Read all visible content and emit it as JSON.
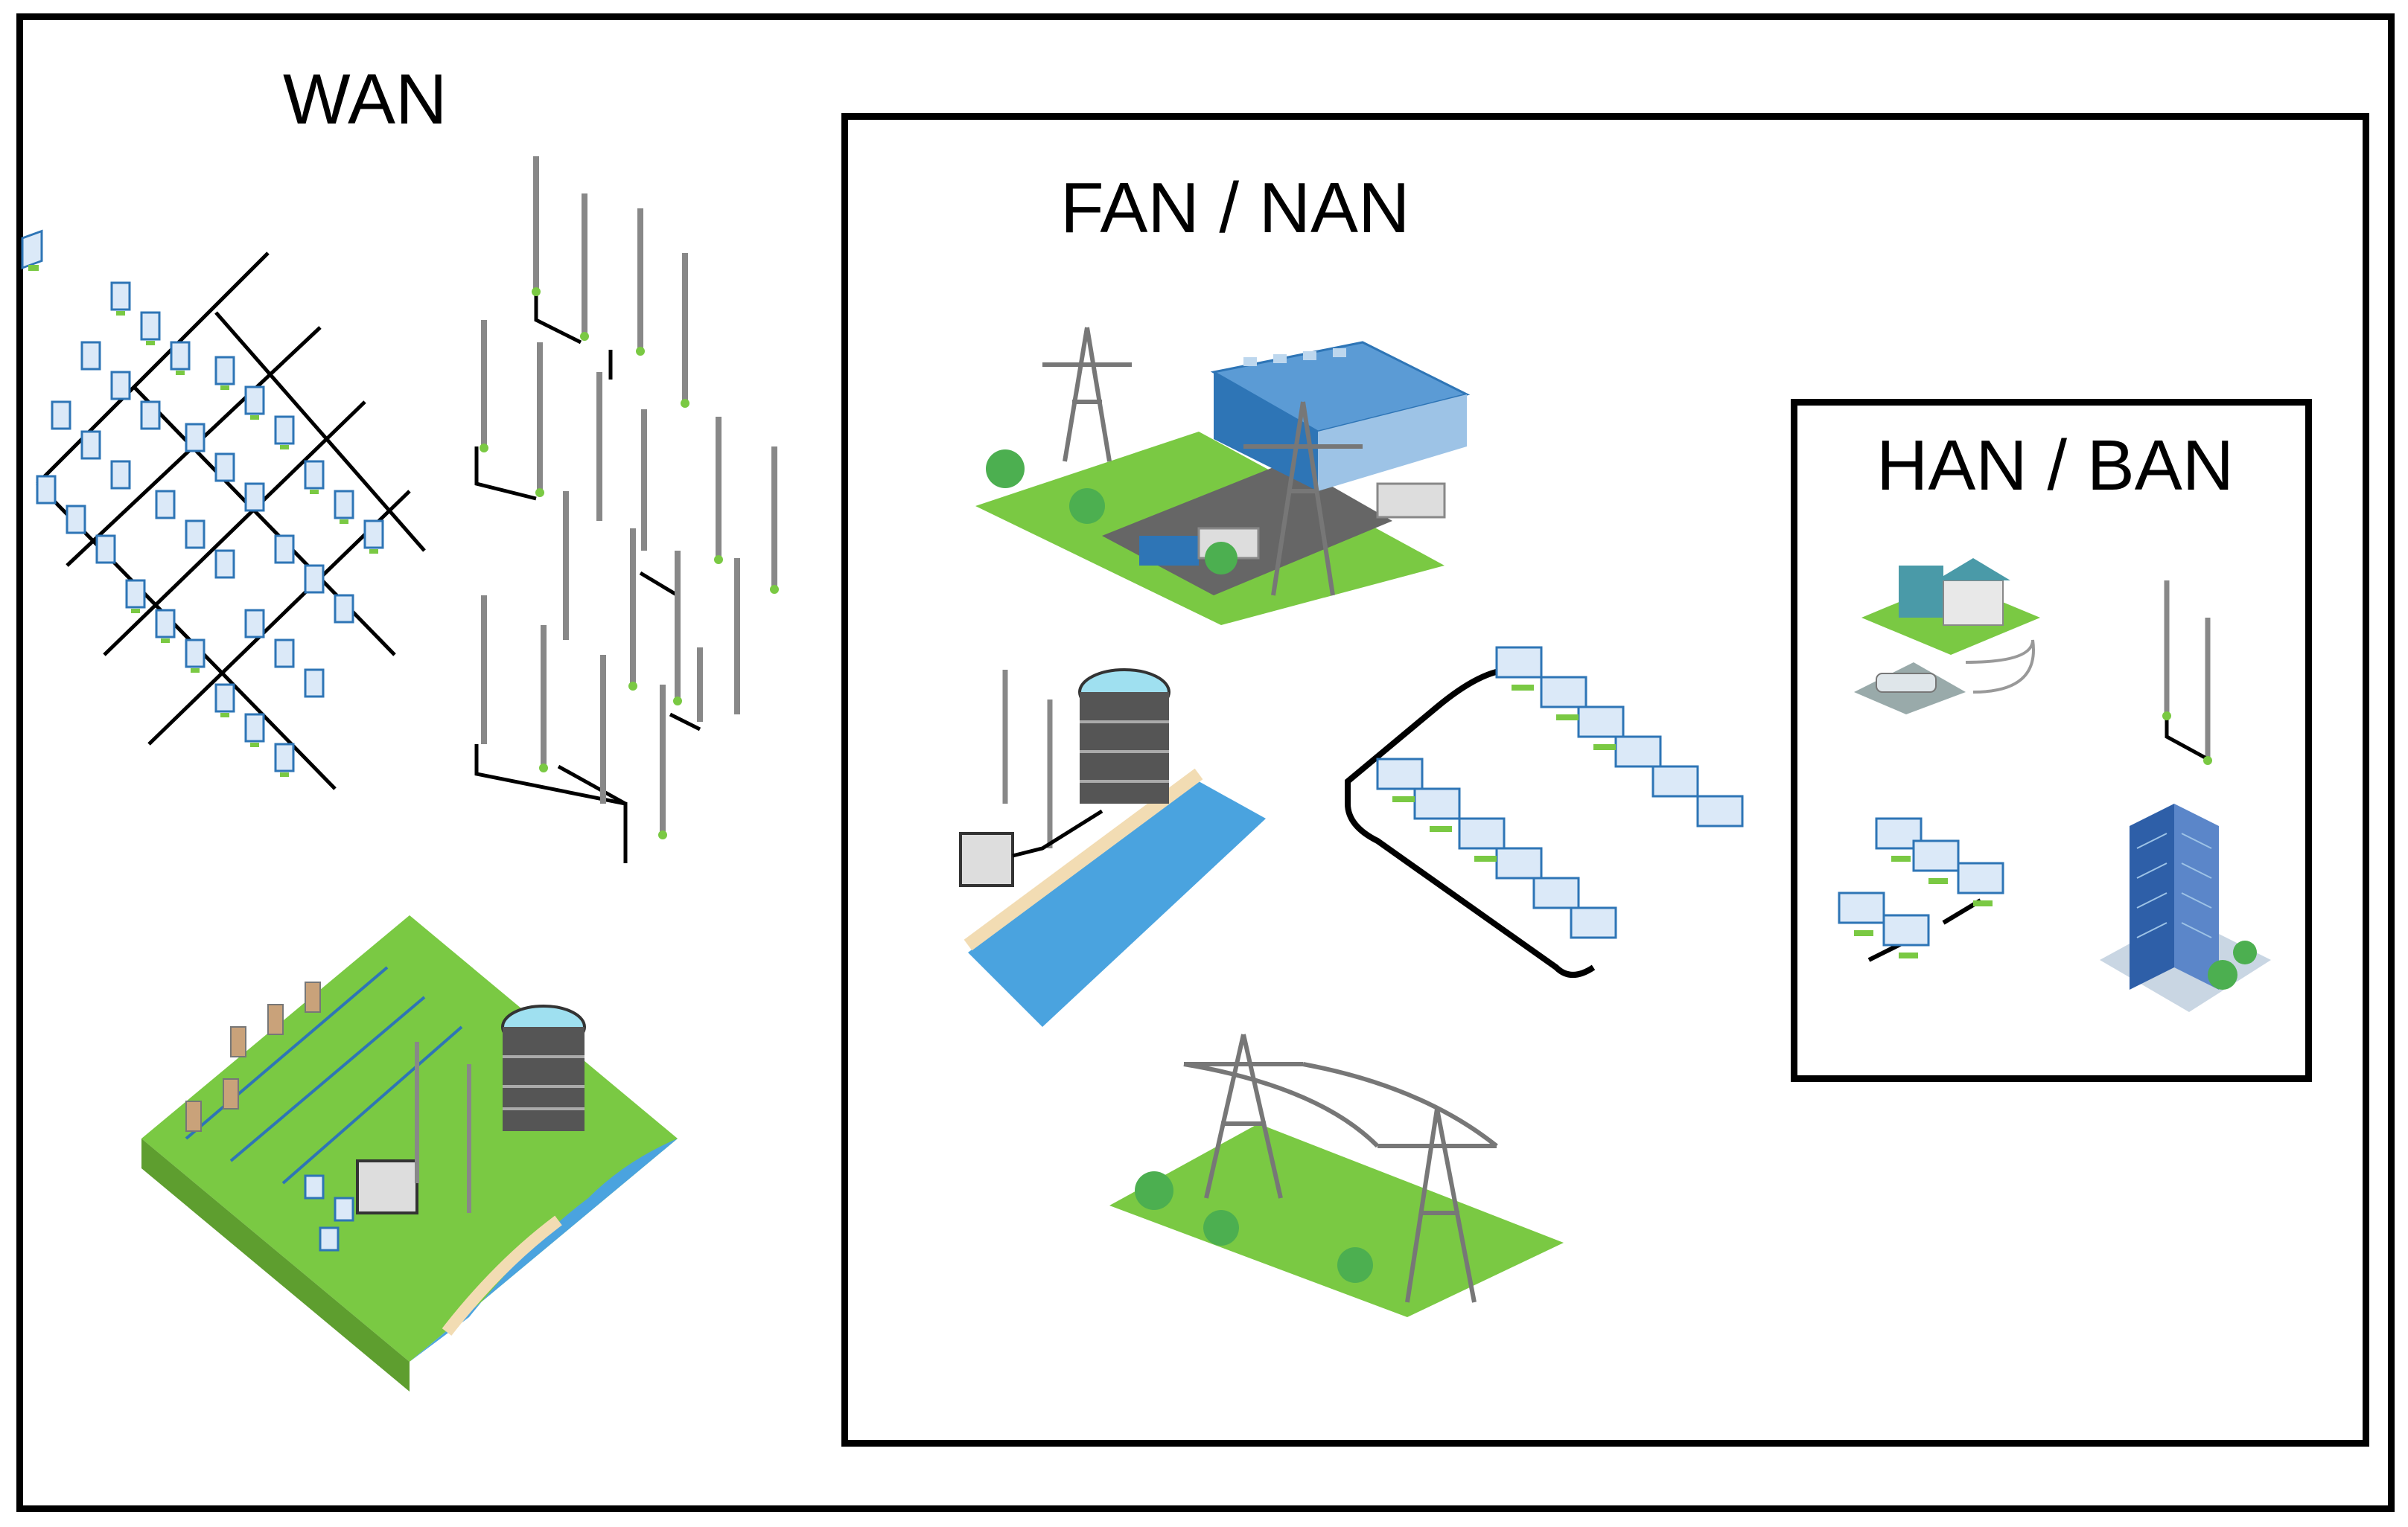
{
  "regions": {
    "wan": {
      "label": "WAN"
    },
    "fan_nan": {
      "label": "FAN / NAN"
    },
    "han_ban": {
      "label": "HAN / BAN"
    }
  },
  "colors": {
    "grass": "#7ac943",
    "water": "#4aa3df",
    "panel": "#b9d6f2",
    "building": "#5b9bd5",
    "border": "#000000"
  },
  "icons": {
    "wan": [
      "solar-farm-icon",
      "wind-farm-icon",
      "microgrid-water-tower-icon"
    ],
    "fan_nan": [
      "substation-warehouse-icon",
      "water-tower-wind-icon",
      "solar-array-icon",
      "transmission-towers-icon"
    ],
    "han_ban": [
      "smart-home-ev-icon",
      "wind-turbine-icon",
      "rooftop-solar-icon",
      "office-building-icon"
    ]
  }
}
